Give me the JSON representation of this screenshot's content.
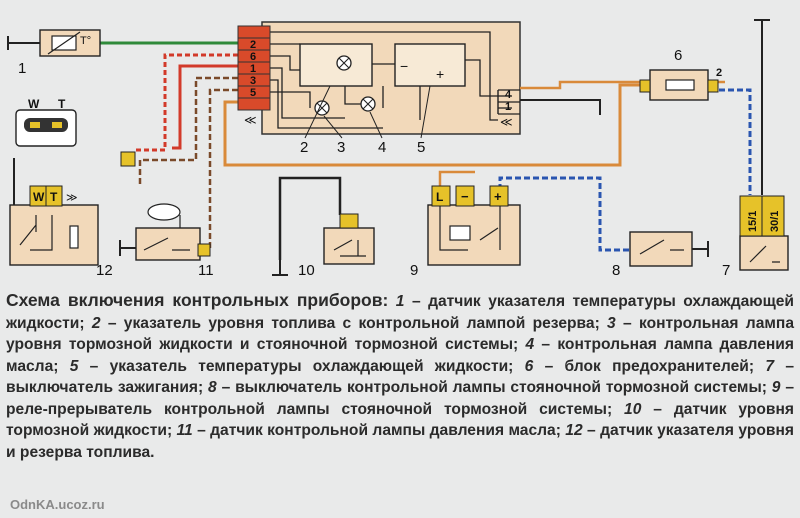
{
  "diagram": {
    "numbers": [
      "1",
      "2",
      "3",
      "4",
      "5",
      "6",
      "7",
      "8",
      "9",
      "10",
      "11",
      "12"
    ],
    "sensor_label": "T°",
    "block_pins_left": [
      "2",
      "6",
      "1",
      "3",
      "5"
    ],
    "block_pins_right": [
      "4",
      "1"
    ],
    "fuse_pin": "2",
    "ignition_pins": [
      "15/1",
      "30/1"
    ],
    "relay_pins": [
      "L",
      "−",
      "+"
    ],
    "connector_pins": [
      "W",
      "T"
    ],
    "gauge_minus": "−",
    "gauge_plus": "+",
    "arrow_symbol": "≪",
    "colors": {
      "green": "#2f8a3a",
      "red": "#d23a2a",
      "blue": "#2a55b0",
      "orange": "#d98a3a",
      "brown": "#7a4a2a",
      "black": "#222222",
      "panel": "#f2d9ba",
      "connector": "#e6c229",
      "connector_red": "#d94a2a"
    }
  },
  "caption": {
    "head": "Схема включения контрольных приборов:",
    "items": [
      {
        "num": "1",
        "text": " – датчик указателя температуры охлаждающей жидкости; "
      },
      {
        "num": "2",
        "text": " – указатель уровня топлива с контрольной лампой резерва; "
      },
      {
        "num": "3",
        "text": " – контрольная лампа уровня тормозной жидкости и стояночной тормозной системы; "
      },
      {
        "num": "4",
        "text": " – контрольная лампа давления масла; "
      },
      {
        "num": "5",
        "text": " – указатель температуры охлаждающей жидкости; "
      },
      {
        "num": "6",
        "text": " – блок предохранителей; "
      },
      {
        "num": "7",
        "text": " – выключатель зажигания; "
      },
      {
        "num": "8",
        "text": " – выключатель контрольной лампы стояночной тормозной системы; "
      },
      {
        "num": "9",
        "text": " – реле-прерыватель контрольной лампы стояночной тормозной системы; "
      },
      {
        "num": "10",
        "text": " – датчик уровня тормозной жидкости; "
      },
      {
        "num": "11",
        "text": " – датчик контрольной лампы давления масла; "
      },
      {
        "num": "12",
        "text": " – датчик указателя уровня и резерва топлива."
      }
    ]
  },
  "watermark": "OdnKA.ucoz.ru"
}
